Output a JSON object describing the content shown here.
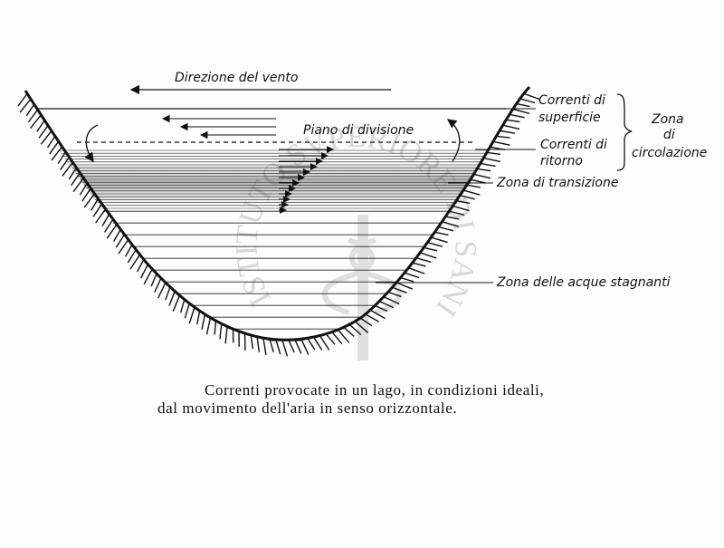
{
  "labels": {
    "wind_direction": "Direzione del vento",
    "division_plane": "Piano di divisione",
    "surface_currents_1": "Correnti di",
    "surface_currents_2": "superficie",
    "return_currents_1": "Correnti di",
    "return_currents_2": "ritorno",
    "circulation_zone_1": "Zona",
    "circulation_zone_2": "di",
    "circulation_zone_3": "circolazione",
    "transition_zone": "Zona di transizione",
    "stagnant_zone": "Zona delle acque stagnanti"
  },
  "caption": {
    "line1": "Correnti provocate in un lago, in condizioni ideali,",
    "line2": "dal movimento dell'aria in senso orizzontale."
  },
  "watermark": {
    "text": "ISTITUTO SVPERIORE DI SANITÀ"
  }
}
